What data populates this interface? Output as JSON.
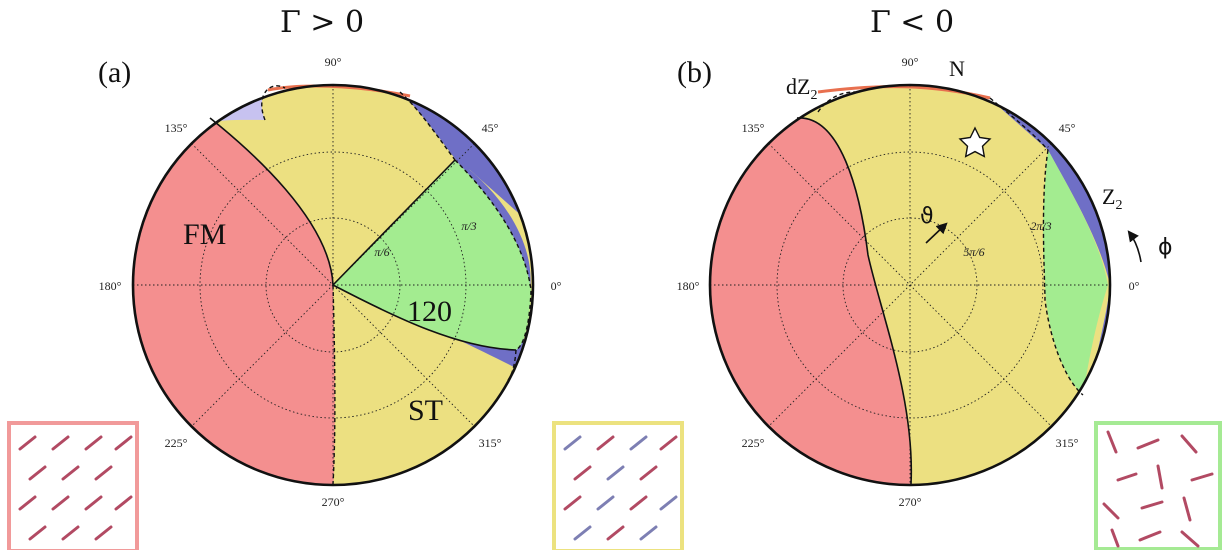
{
  "panels": [
    {
      "title": "Γ > 0",
      "label": "(a)",
      "angle_labels": [
        "90°",
        "135°",
        "45°",
        "180°",
        "0°",
        "225°",
        "315°",
        "270°"
      ],
      "radial_labels": [
        "π/6",
        "π/3"
      ],
      "regions": {
        "fm": "FM",
        "st": "ST",
        "r120": "120"
      }
    },
    {
      "title": "Γ < 0",
      "label": "(b)",
      "angle_labels": [
        "90°",
        "135°",
        "45°",
        "180°",
        "0°",
        "225°",
        "315°",
        "270°"
      ],
      "radial_labels": [
        "5π/6",
        "2π/3"
      ],
      "regions": {
        "dz2": "dZ",
        "dz2_sub": "2",
        "n": "N",
        "z2": "Z",
        "z2_sub": "2",
        "theta": "ϑ",
        "phi": "ϕ"
      }
    }
  ],
  "colors": {
    "fm": "#f48f8f",
    "st": "#ece081",
    "r120": "#a3ec90",
    "z2": "#6f6fc6",
    "dz2": "#c7c2f0",
    "n_line": "#e8704f",
    "inset_fm_border": "#f19a9a",
    "inset_st_border": "#ece27f",
    "inset_120_border": "#a5ea94",
    "arrow_red": "#b24a63",
    "arrow_blue": "#7d7fb3"
  }
}
